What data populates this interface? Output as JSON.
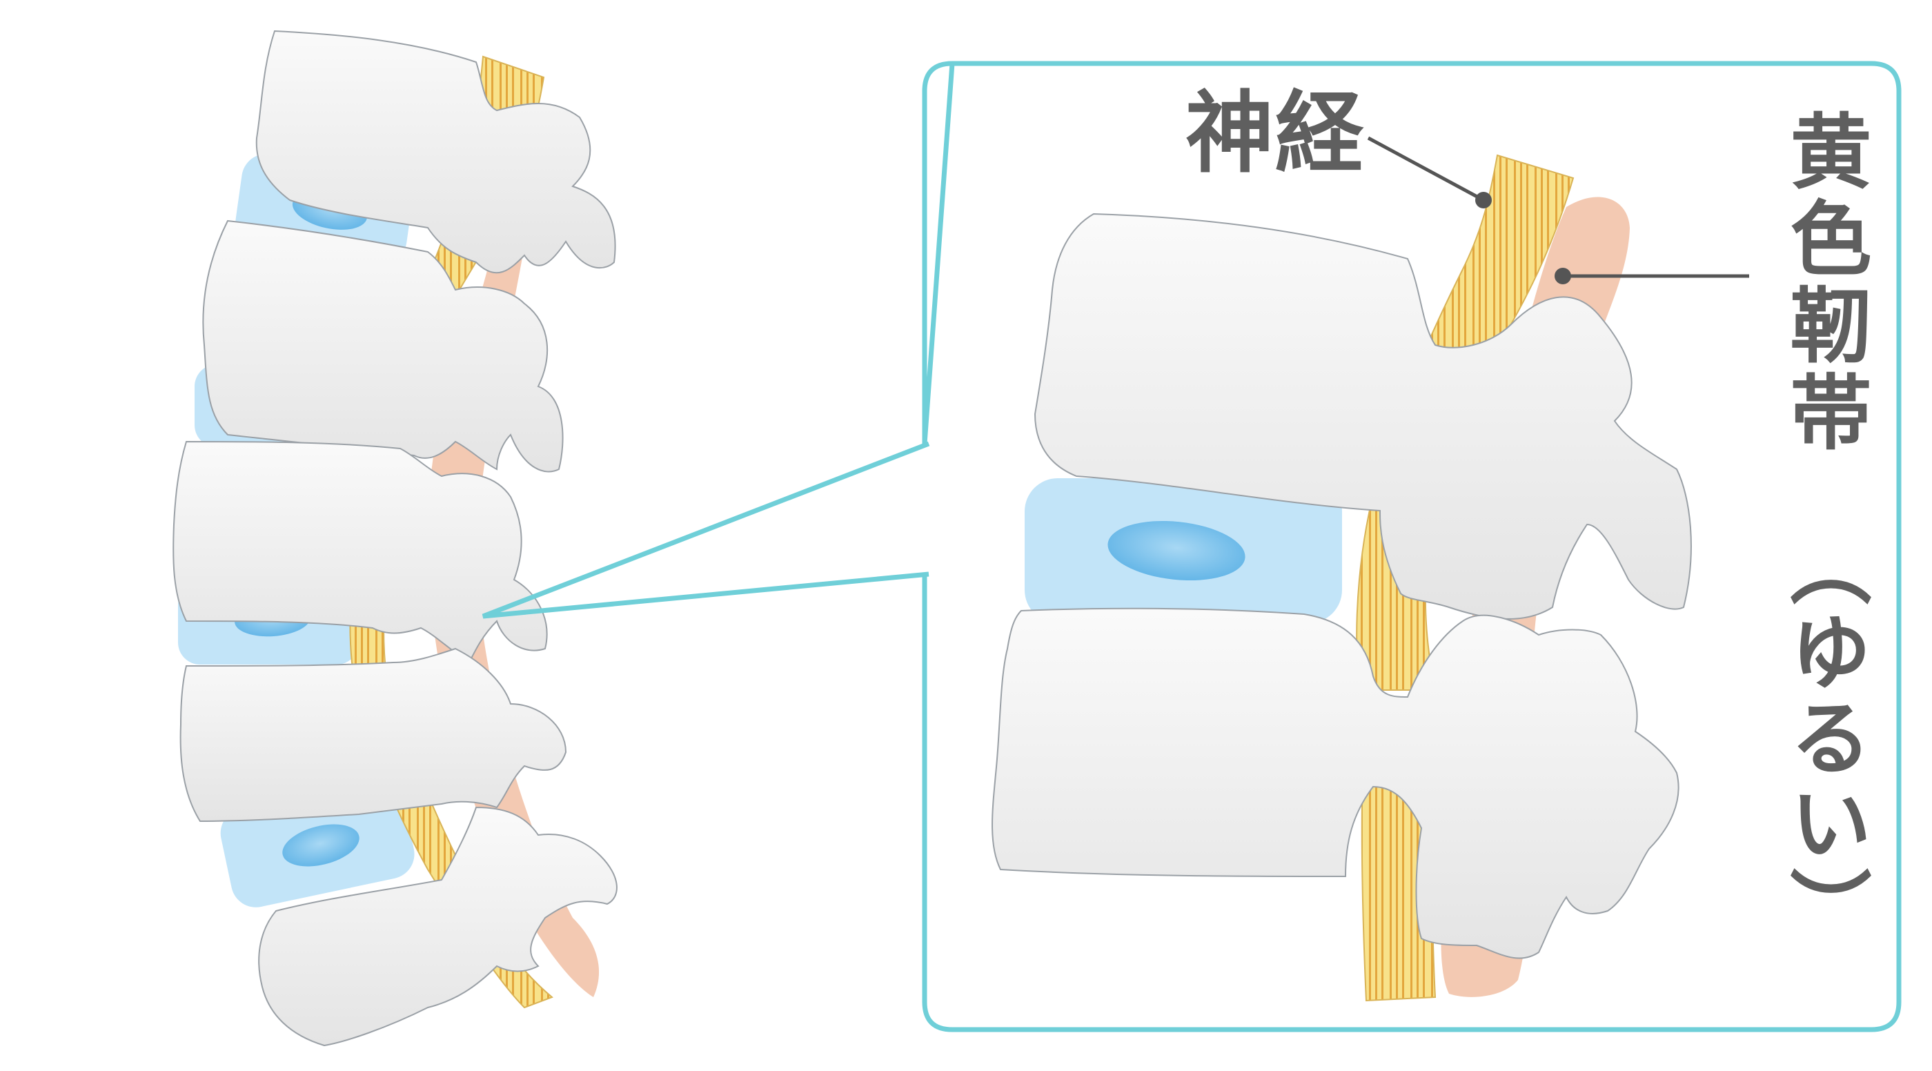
{
  "labels": {
    "nerve": "神経",
    "ligament": "黄色靭帯",
    "ligament_note": "（ゆるい）"
  },
  "colors": {
    "bone_fill": "#f0f0f0",
    "bone_stroke": "#9aa0a6",
    "disc_fill": "#c2e4f8",
    "disc_nucleus": "#7ec4ee",
    "nerve_fill": "#f8e28a",
    "nerve_stripe": "#e3a63d",
    "ligament_fill": "#f3c9b2",
    "callout_border": "#6fcfd8",
    "label_text": "#5f5f5f",
    "leader_line": "#555555"
  }
}
